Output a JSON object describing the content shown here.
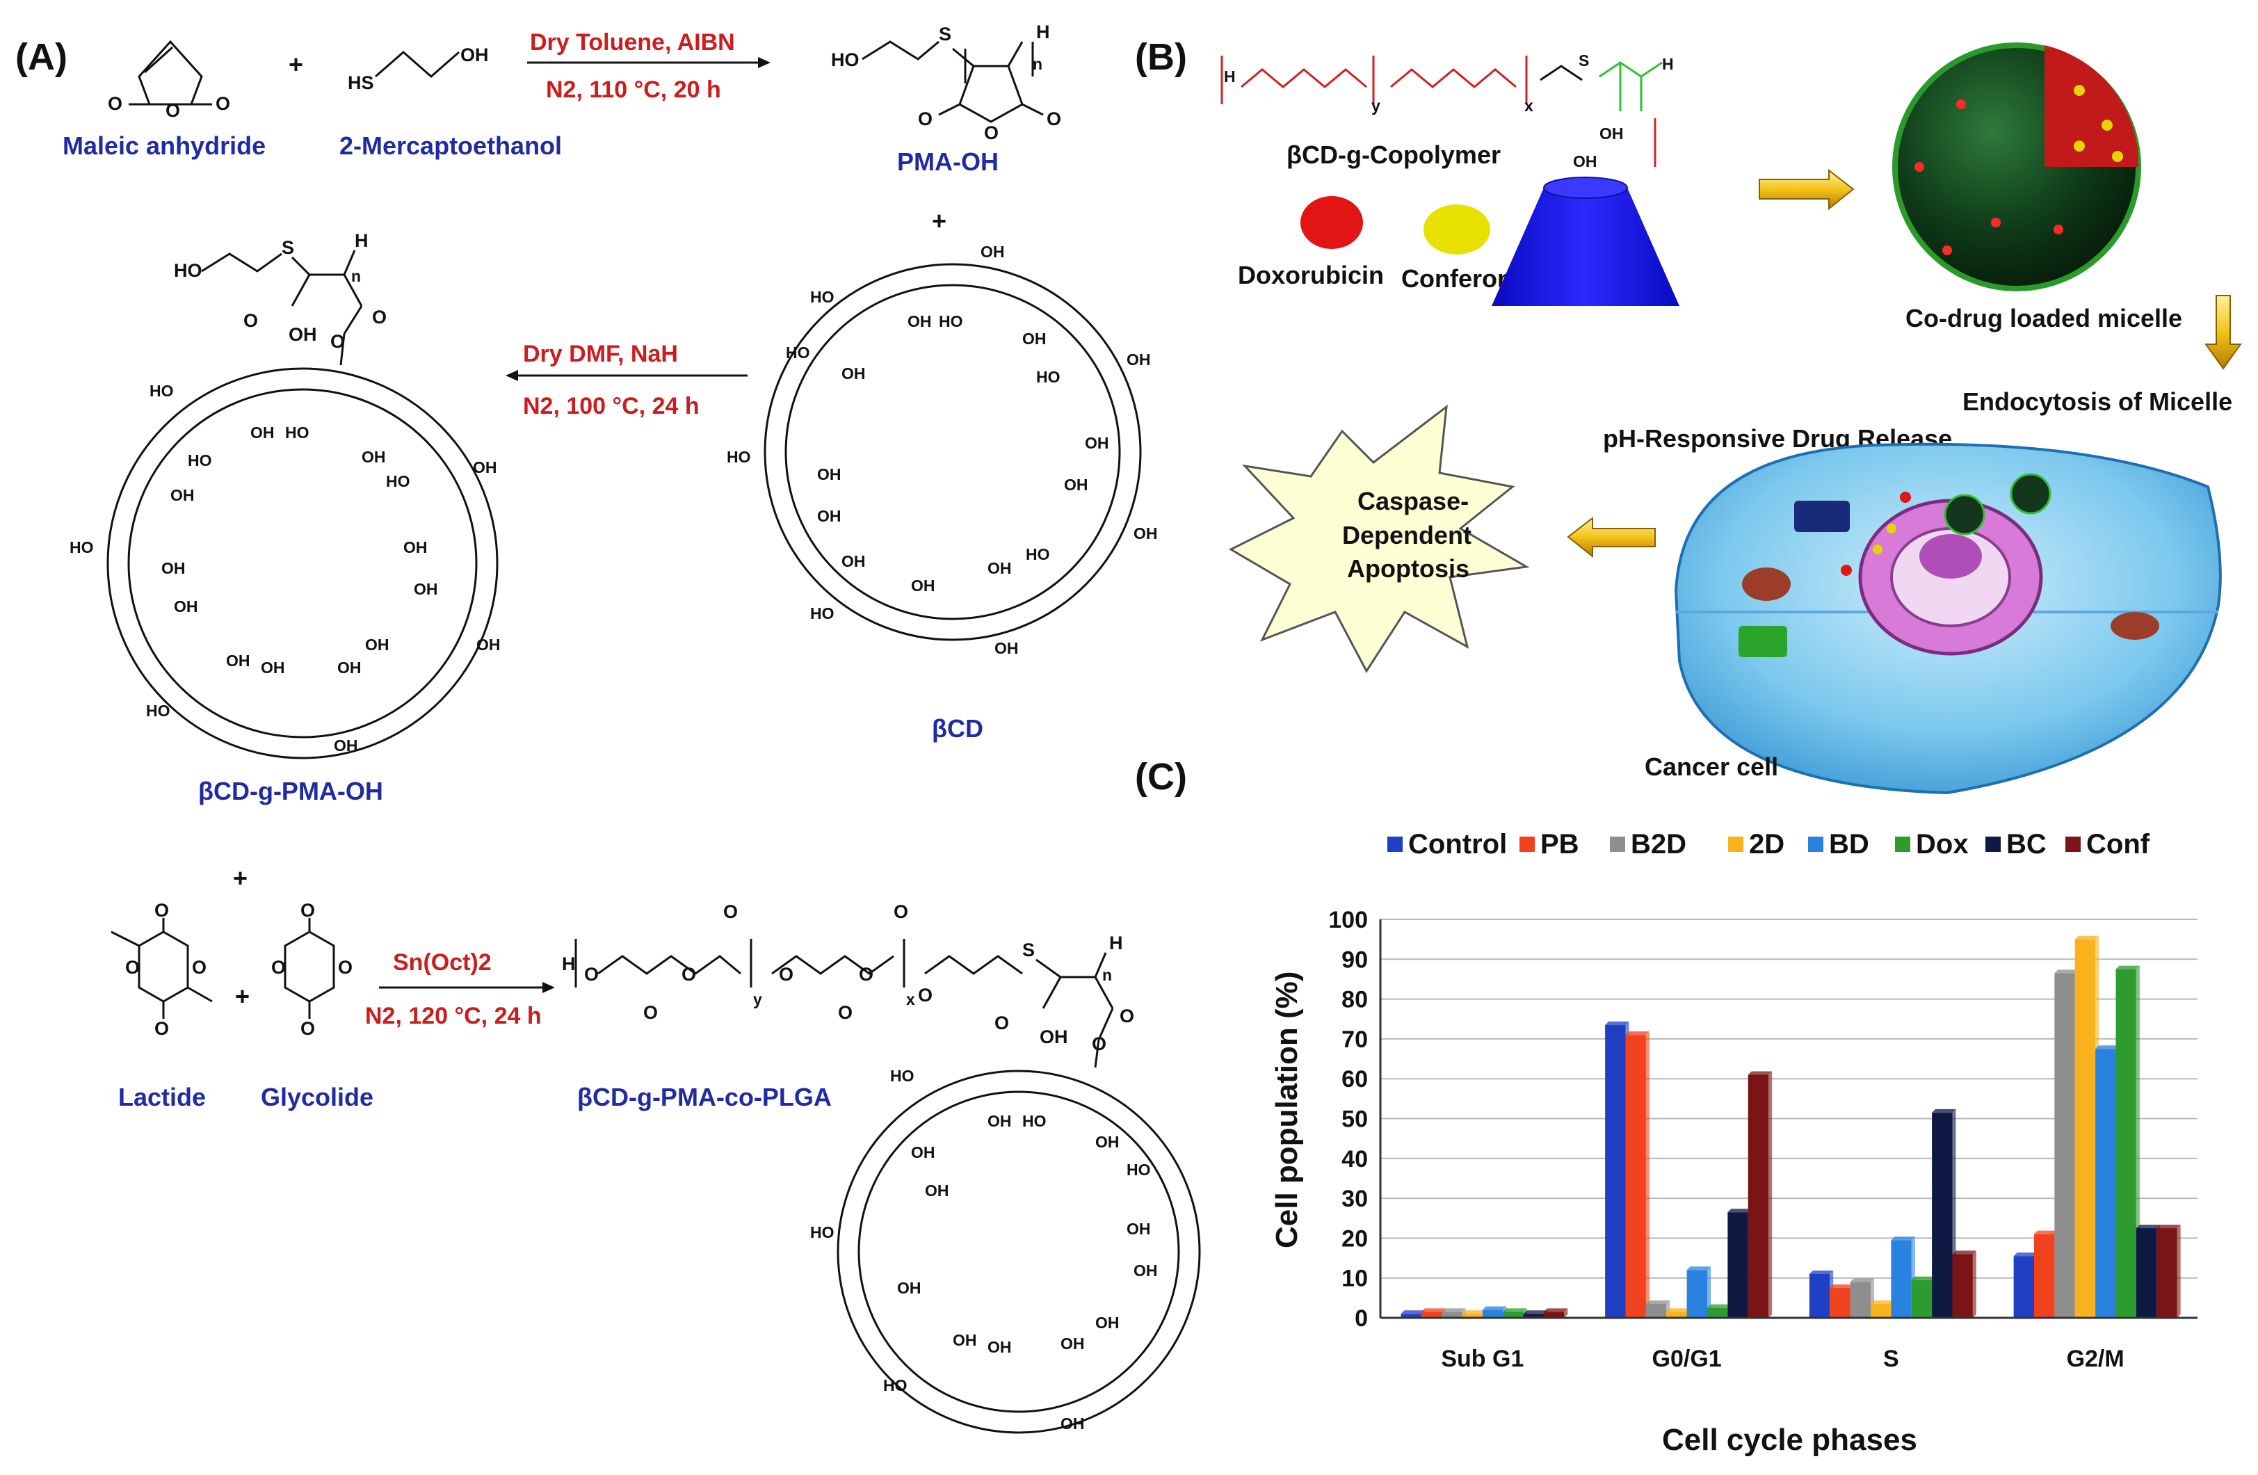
{
  "panels": {
    "a": "(A)",
    "b": "(B)",
    "c": "(C)"
  },
  "panel_a": {
    "maleic_anhydride": "Maleic anhydride",
    "mercaptoethanol": "2-Mercaptoethanol",
    "plus": "+",
    "hs": "HS",
    "oh": "OH",
    "ho": "HO",
    "o": "O",
    "s": "S",
    "h": "H",
    "n": "n",
    "x": "x",
    "y": "y",
    "cond1_top": "Dry Toluene, AIBN",
    "cond1_bottom": "N2, 110 °C, 20 h",
    "pma_oh": "PMA-OH",
    "cond2_top": "Dry DMF, NaH",
    "cond2_bottom": "N2, 100 °C, 24 h",
    "bcd": "βCD",
    "bcd_g_pma_oh": "βCD-g-PMA-OH",
    "lactide": "Lactide",
    "glycolide": "Glycolide",
    "cond3_top": "Sn(Oct)2",
    "cond3_bottom": "N2, 120 °C, 24 h",
    "final": "βCD-g-PMA-co-PLGA"
  },
  "panel_b": {
    "copolymer": "βCD-g-Copolymer",
    "doxorubicin": "Doxorubicin",
    "conferone": "Conferone",
    "loaded_micelle": "Co-drug loaded micelle",
    "endocytosis": "Endocytosis of Micelle",
    "ph_release": "pH-Responsive Drug Release",
    "apoptosis_1": "Caspase-",
    "apoptosis_2": "Dependent",
    "apoptosis_3": "Apoptosis",
    "cancer_cell": "Cancer cell",
    "colors": {
      "copolymer_red": "#d0231f",
      "copolymer_green": "#2fc02f",
      "cd_blue": "#1a1ae6",
      "dox_red": "#e31414",
      "conf_yellow": "#e8e000"
    }
  },
  "chart_data": {
    "type": "bar",
    "title": "",
    "xlabel": "Cell cycle phases",
    "ylabel": "Cell population (%)",
    "ylim": [
      0,
      100
    ],
    "yticks": [
      "0",
      "10",
      "20",
      "30",
      "40",
      "50",
      "60",
      "70",
      "80",
      "90",
      "100"
    ],
    "grid": true,
    "legend_position": "top",
    "categories": [
      "Sub G1",
      "G0/G1",
      "S",
      "G2/M"
    ],
    "series": [
      {
        "name": "Control",
        "color": "#1f3fc4",
        "values": [
          1,
          73.5,
          11,
          15.5
        ]
      },
      {
        "name": "PB",
        "color": "#f0421c",
        "values": [
          1.5,
          71,
          7.5,
          21
        ]
      },
      {
        "name": "B2D",
        "color": "#8e8e8e",
        "values": [
          1.5,
          3.5,
          9,
          86.5
        ]
      },
      {
        "name": "2D",
        "color": "#f9b21c",
        "values": [
          1,
          1.5,
          3.5,
          95
        ]
      },
      {
        "name": "BD",
        "color": "#2a82e0",
        "values": [
          2,
          12,
          19.5,
          67.5
        ]
      },
      {
        "name": "Dox",
        "color": "#2e9b2e",
        "values": [
          1.5,
          2.5,
          9.5,
          87.5
        ]
      },
      {
        "name": "BC",
        "color": "#0f1a44",
        "values": [
          1,
          26.5,
          51.5,
          22.5
        ]
      },
      {
        "name": "Conf",
        "color": "#7b1414",
        "values": [
          1.5,
          61,
          16,
          22.5
        ]
      }
    ]
  }
}
